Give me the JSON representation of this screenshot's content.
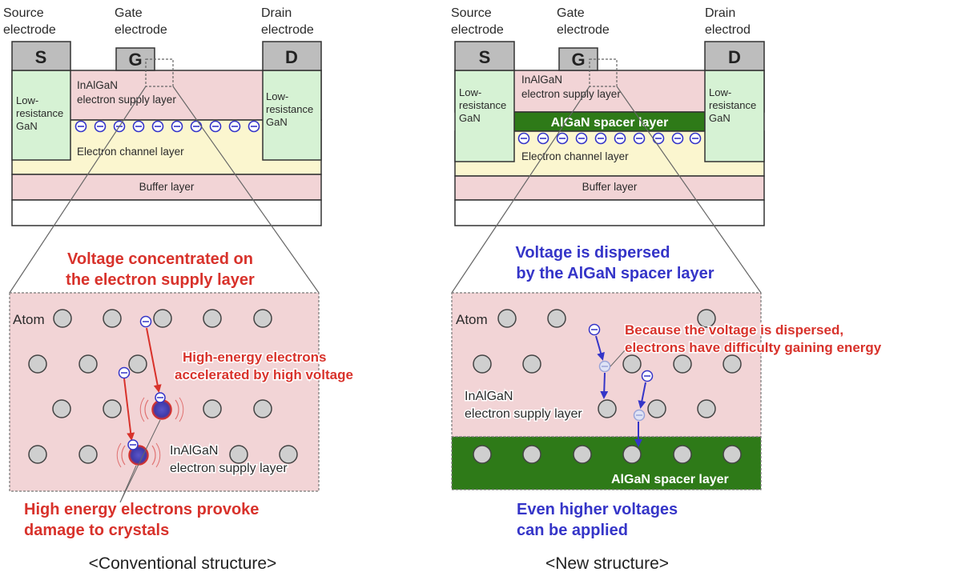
{
  "colors": {
    "pink_layer": "#f2d4d6",
    "lowres_gan": "#d6f2d4",
    "channel": "#fbf6cf",
    "electrode": "#bdbdbd",
    "spacer": "#2e7a18",
    "atom": "#cfcfcf",
    "electron_ring": "#3535c8",
    "red_text": "#d8322b",
    "blue_text": "#3535c8"
  },
  "left": {
    "source_label_1": "Source",
    "source_label_2": "electrode",
    "gate_label_1": "Gate",
    "gate_label_2": "electrode",
    "drain_label_1": "Drain",
    "drain_label_2": "electrode",
    "source_letter": "S",
    "gate_letter": "G",
    "drain_letter": "D",
    "supply_layer_1": "InAlGaN",
    "supply_layer_2": "electron supply layer",
    "lowres_1": "Low-",
    "lowres_2": "resistance",
    "lowres_3": "GaN",
    "channel_layer": "Electron channel layer",
    "buffer_layer": "Buffer layer",
    "headline_1": "Voltage concentrated on",
    "headline_2": "the electron supply layer",
    "atom_label": "Atom",
    "accel_1": "High-energy electrons",
    "accel_2": "accelerated by high voltage",
    "zoom_supply_1": "InAlGaN",
    "zoom_supply_2": "electron supply layer",
    "damage_1": "High energy electrons provoke",
    "damage_2": "damage to crystals",
    "caption": "<Conventional structure>"
  },
  "right": {
    "source_label_1": "Source",
    "source_label_2": "electrode",
    "gate_label_1": "Gate",
    "gate_label_2": "electrode",
    "drain_label_1": "Drain",
    "drain_label_2": "electrod",
    "source_letter": "S",
    "gate_letter": "G",
    "drain_letter": "D",
    "supply_layer_1": "InAlGaN",
    "supply_layer_2": "electron supply layer",
    "spacer_layer": "AlGaN spacer layer",
    "lowres_1": "Low-",
    "lowres_2": "resistance",
    "lowres_3": "GaN",
    "channel_layer": "Electron channel layer",
    "buffer_layer": "Buffer layer",
    "headline_1": "Voltage is dispersed",
    "headline_2": "by the AlGaN spacer layer",
    "atom_label": "Atom",
    "dispersed_1": "Because the voltage is dispersed,",
    "dispersed_2": "electrons have difficulty gaining energy",
    "zoom_supply_1": "InAlGaN",
    "zoom_supply_2": "electron supply layer",
    "zoom_spacer": "AlGaN spacer layer",
    "higher_1": "Even higher voltages",
    "higher_2": "can be applied",
    "caption": "<New structure>"
  }
}
